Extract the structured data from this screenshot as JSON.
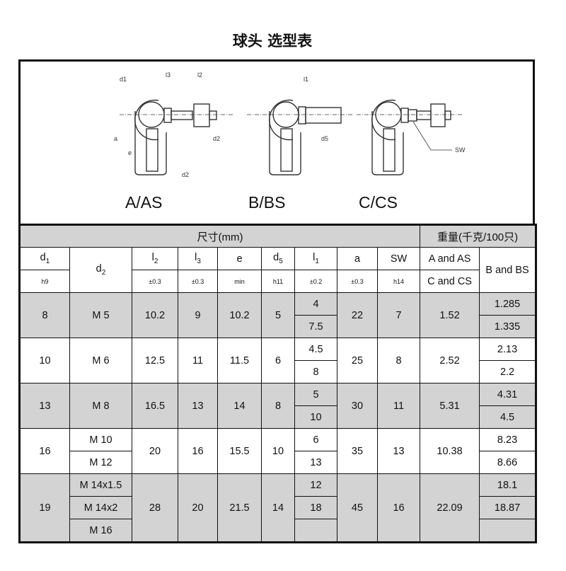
{
  "title": "球头 选型表",
  "diagram": {
    "labels": [
      "A/AS",
      "B/BS",
      "C/CS"
    ],
    "dim_labels": {
      "d1": "d1",
      "l3": "l3",
      "l2": "l2",
      "a": "a",
      "e": "e",
      "d2": "d2",
      "l1": "l1",
      "d5": "d5",
      "sw": "SW"
    }
  },
  "table": {
    "group_headers": {
      "dimensions": "尺寸(mm)",
      "weight": "重量(千克/100只)"
    },
    "columns": [
      {
        "name": "d",
        "sub": "1",
        "tol": "h9"
      },
      {
        "name": "d",
        "sub": "2"
      },
      {
        "name": "l",
        "sub": "2",
        "tol": "±0.3"
      },
      {
        "name": "l",
        "sub": "3",
        "tol": "±0.3"
      },
      {
        "name": "e",
        "tol": "min"
      },
      {
        "name": "d",
        "sub": "5",
        "tol": "h11"
      },
      {
        "name": "l",
        "sub": "1",
        "tol": "±0.2"
      },
      {
        "name": "a",
        "tol": "±0.3"
      },
      {
        "name": "SW",
        "tol": "h14"
      }
    ],
    "weight_cols": {
      "a_as": "A and AS",
      "c_cs": "C and CS",
      "b_bs": "B and BS"
    },
    "rows": [
      {
        "d1": "8",
        "d2": [
          "M 5"
        ],
        "l2": "10.2",
        "l3": "9",
        "e": "10.2",
        "d5": "5",
        "l1": [
          "4",
          "7.5"
        ],
        "a": "22",
        "sw": "7",
        "w_ac": "1.52",
        "w_b": [
          "1.285",
          "1.335"
        ]
      },
      {
        "d1": "10",
        "d2": [
          "M 6"
        ],
        "l2": "12.5",
        "l3": "11",
        "e": "11.5",
        "d5": "6",
        "l1": [
          "4.5",
          "8"
        ],
        "a": "25",
        "sw": "8",
        "w_ac": "2.52",
        "w_b": [
          "2.13",
          "2.2"
        ]
      },
      {
        "d1": "13",
        "d2": [
          "M 8"
        ],
        "l2": "16.5",
        "l3": "13",
        "e": "14",
        "d5": "8",
        "l1": [
          "5",
          "10"
        ],
        "a": "30",
        "sw": "11",
        "w_ac": "5.31",
        "w_b": [
          "4.31",
          "4.5"
        ]
      },
      {
        "d1": "16",
        "d2": [
          "M 10",
          "M 12"
        ],
        "l2": "20",
        "l3": "16",
        "e": "15.5",
        "d5": "10",
        "l1": [
          "6",
          "13"
        ],
        "a": "35",
        "sw": "13",
        "w_ac": "10.38",
        "w_b": [
          "8.23",
          "8.66"
        ]
      },
      {
        "d1": "19",
        "d2": [
          "M 14x1.5",
          "M 14x2",
          "M 16"
        ],
        "l2": "28",
        "l3": "20",
        "e": "21.5",
        "d5": "14",
        "l1": [
          "12",
          "18",
          ""
        ],
        "a": "45",
        "sw": "16",
        "w_ac": "22.09",
        "w_b": [
          "18.1",
          "18.87",
          ""
        ]
      }
    ]
  }
}
